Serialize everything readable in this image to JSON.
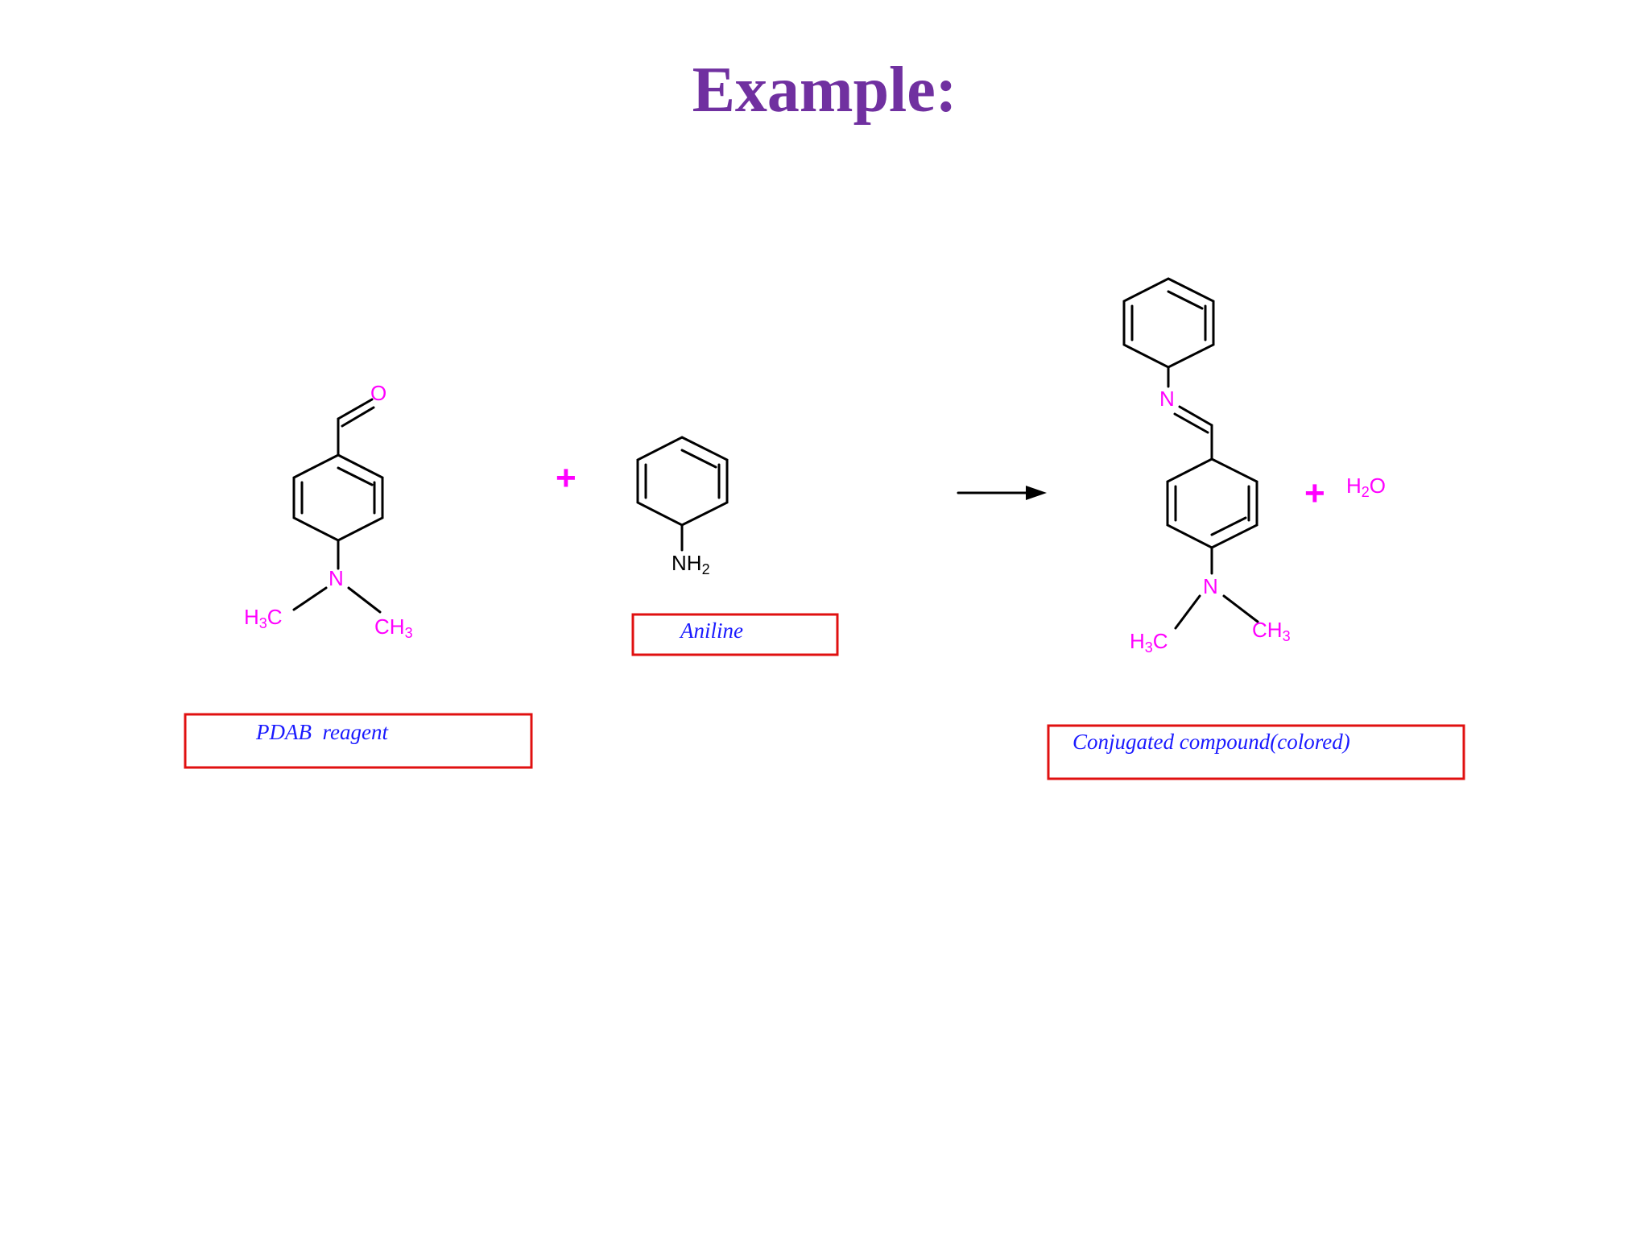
{
  "slide": {
    "title": "Example:"
  },
  "reactant1": {
    "oxygen": "O",
    "nitrogen": "N",
    "methyl_left": "H",
    "methyl_left_sub": "3",
    "methyl_left_c": "C",
    "methyl_right": "CH",
    "methyl_right_sub": "3",
    "label": "PDAB  reagent"
  },
  "reactant2": {
    "amine": "NH",
    "amine_sub": "2",
    "label": "Aniline"
  },
  "product": {
    "imine_nitrogen": "N",
    "nitrogen": "N",
    "methyl_left": "H",
    "methyl_left_sub": "3",
    "methyl_left_c": "C",
    "methyl_right": "CH",
    "methyl_right_sub": "3",
    "label": "Conjugated compound(colored)"
  },
  "byproduct": {
    "water": "H",
    "water_sub": "2",
    "water_o": "O"
  },
  "operators": {
    "plus": "+"
  },
  "colors": {
    "title": "#7030a0",
    "heteroatom": "#ff00ff",
    "label_text": "#1a1aff",
    "label_border": "#e01010"
  }
}
